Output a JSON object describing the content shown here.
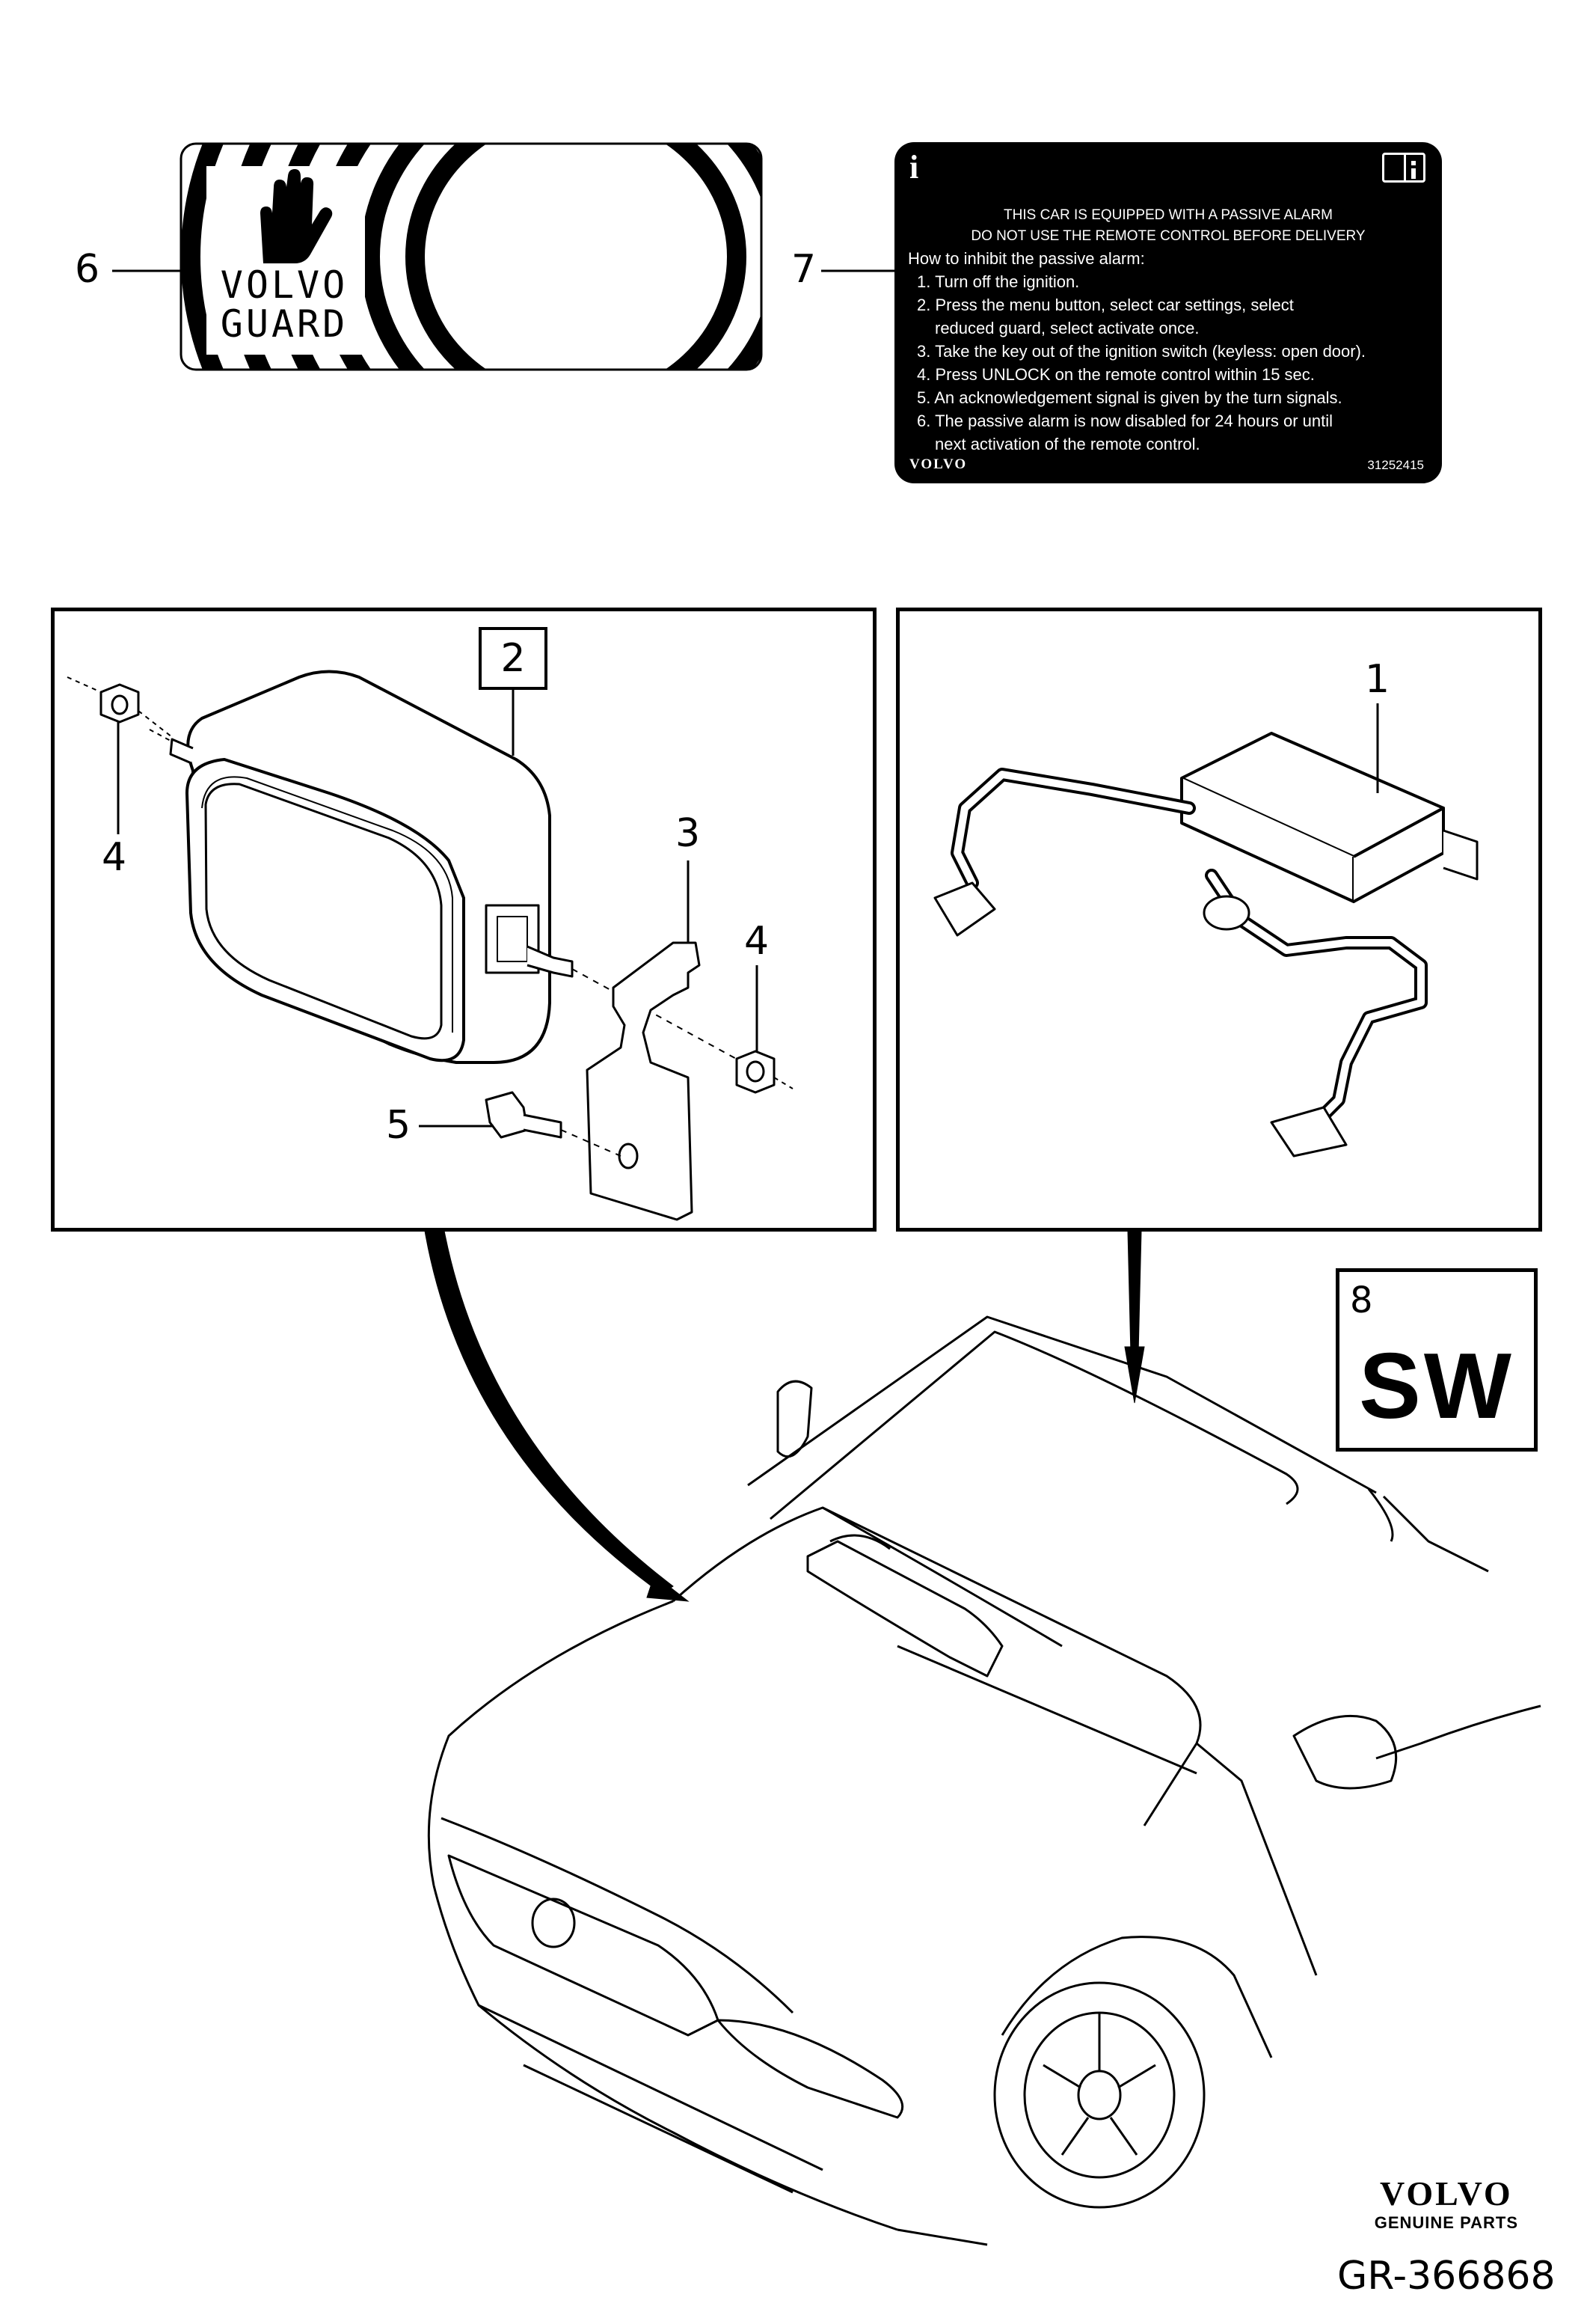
{
  "callouts": {
    "c1": "1",
    "c2": "2",
    "c3": "3",
    "c4a": "4",
    "c4b": "4",
    "c5": "5",
    "c6": "6",
    "c7": "7",
    "c8": "8"
  },
  "guard_decal": {
    "line1": "VOLVO",
    "line2": "GUARD"
  },
  "alarm_label": {
    "info_icon": "info-icon",
    "manual_icon": "manual-book-icon",
    "heading1": "THIS CAR IS EQUIPPED WITH A PASSIVE ALARM",
    "heading2": "DO NOT USE THE REMOTE CONTROL BEFORE DELIVERY",
    "intro": "How to inhibit the passive alarm:",
    "step1": "1. Turn off the ignition.",
    "step2a": "2. Press the menu button, select car settings, select",
    "step2b": "reduced guard, select activate once.",
    "step3": "3. Take the key out of the ignition switch (keyless: open door).",
    "step4": "4. Press UNLOCK on the remote control within 15 sec.",
    "step5": "5. An acknowledgement signal is given by the turn signals.",
    "step6a": "6. The passive alarm is now disabled for 24 hours or until",
    "step6b": "next activation of the remote control.",
    "brand": "VOLVO",
    "part_number": "31252415"
  },
  "sw_box": {
    "code": "SW"
  },
  "footer": {
    "brand": "VOLVO",
    "tagline": "GENUINE PARTS",
    "figure_ref": "GR-366868"
  },
  "colors": {
    "ink": "#000000",
    "paper": "#ffffff"
  }
}
